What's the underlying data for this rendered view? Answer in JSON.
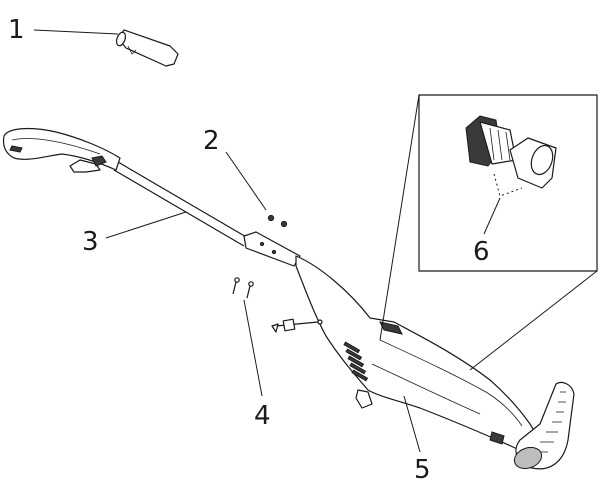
{
  "callouts": [
    {
      "id": "1",
      "part": "crevice-tool"
    },
    {
      "id": "2",
      "part": "nuts"
    },
    {
      "id": "3",
      "part": "handle-tube"
    },
    {
      "id": "4",
      "part": "screws"
    },
    {
      "id": "5",
      "part": "vacuum-body"
    },
    {
      "id": "6",
      "part": "filter-assembly"
    }
  ],
  "colors": {
    "line": "#1a1a1a",
    "fill": "#ffffff",
    "shade": "#3a3a3a"
  }
}
